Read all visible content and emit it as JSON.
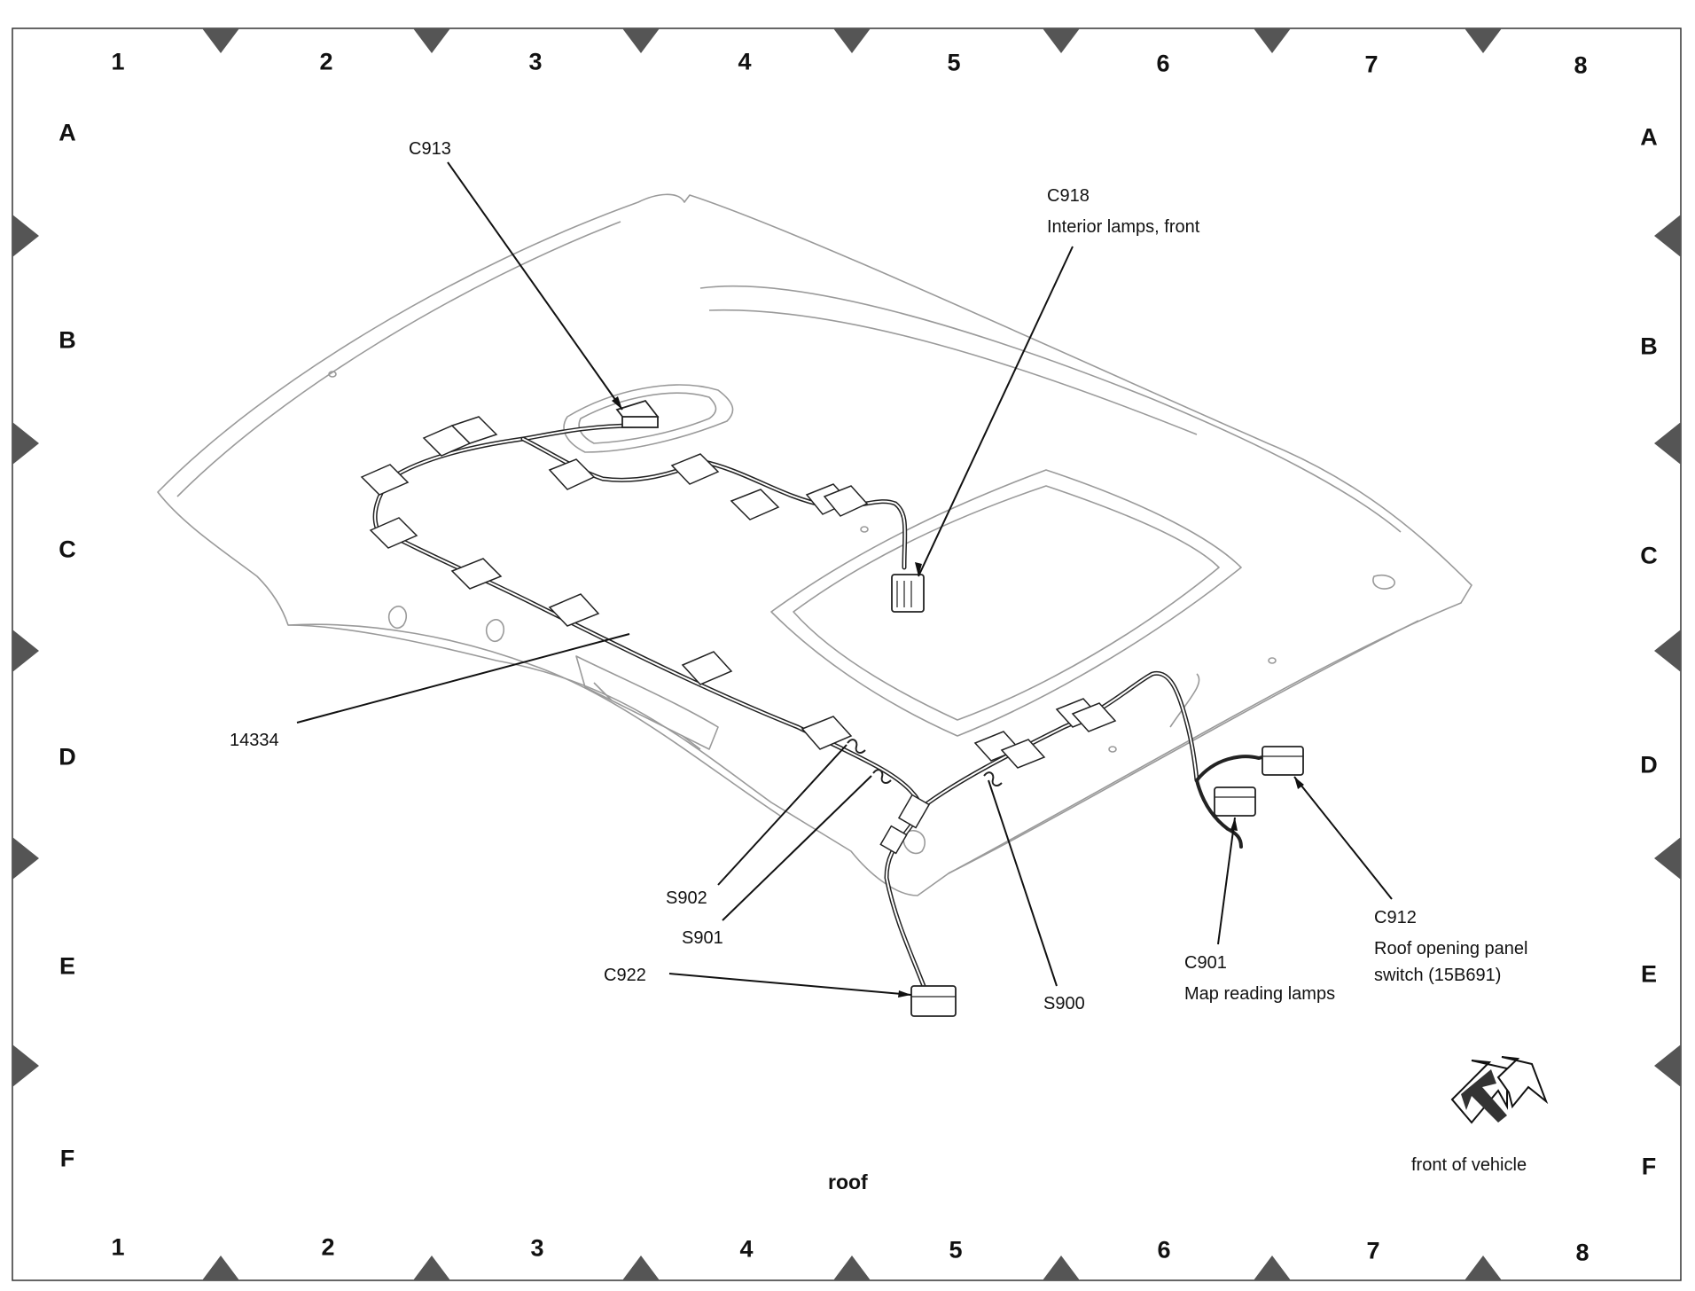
{
  "grid": {
    "columns": [
      "1",
      "2",
      "3",
      "4",
      "5",
      "6",
      "7",
      "8"
    ],
    "rows": [
      "A",
      "B",
      "C",
      "D",
      "E",
      "F"
    ]
  },
  "title": "roof",
  "front_indicator": "front of vehicle",
  "callouts": {
    "c913": {
      "code": "C913"
    },
    "c918": {
      "code": "C918",
      "desc": "Interior lamps, front"
    },
    "harness": {
      "code": "14334"
    },
    "s902": {
      "code": "S902"
    },
    "s901": {
      "code": "S901"
    },
    "c922": {
      "code": "C922"
    },
    "s900": {
      "code": "S900"
    },
    "c901": {
      "code": "C901",
      "desc": "Map reading lamps"
    },
    "c912": {
      "code": "C912",
      "desc": "Roof opening panel",
      "desc2": "switch (15B691)"
    }
  }
}
